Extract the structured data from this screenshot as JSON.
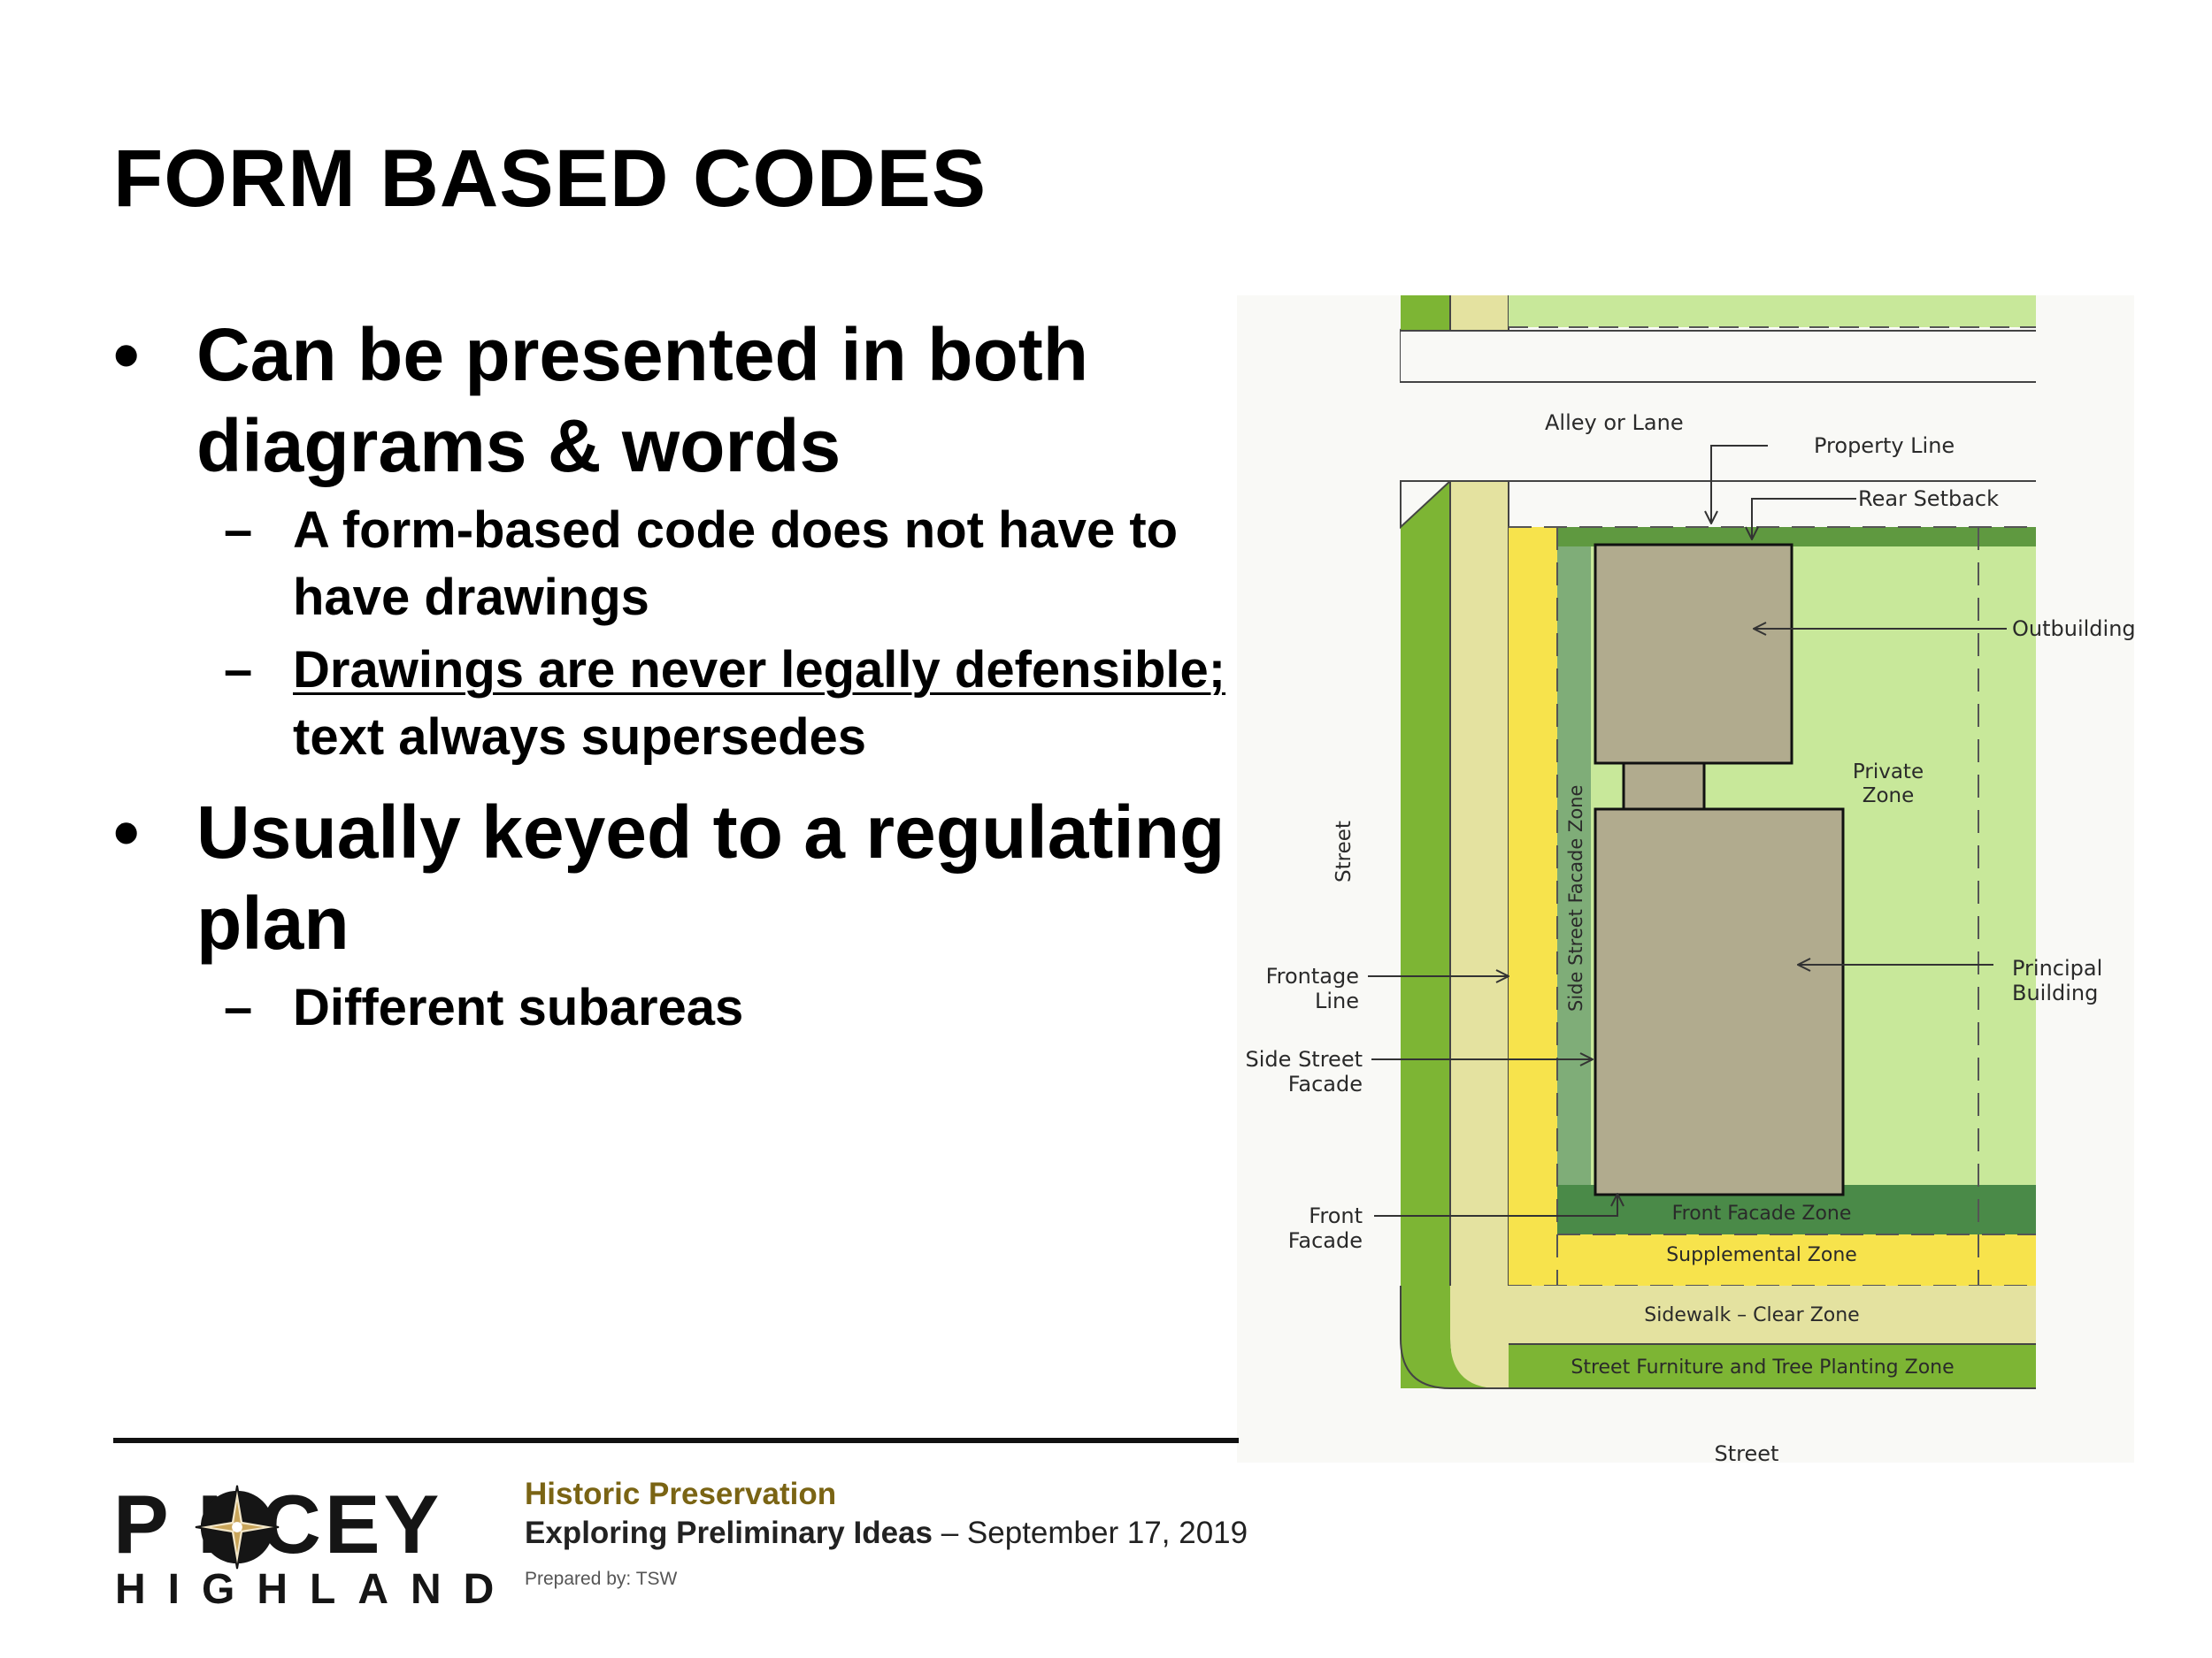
{
  "slide": {
    "title": "FORM BASED CODES",
    "bullets": [
      {
        "text_line1": "Can be presented in both",
        "text_line2": "diagrams & words",
        "subs": [
          {
            "line1": "A form-based code does not have to",
            "line2": "have drawings"
          },
          {
            "line1": "Drawings are never legally defensible;",
            "line2": "text always supersedes"
          }
        ]
      },
      {
        "text_line1": "Usually keyed to a regulating",
        "text_line2": "plan",
        "subs": [
          {
            "line1": "Different subareas"
          }
        ]
      }
    ],
    "bullet_glyph": "•",
    "dash_glyph": "–"
  },
  "diagram": {
    "labels": {
      "alley": "Alley or Lane",
      "property_line": "Property Line",
      "rear_setback": "Rear Setback",
      "outbuilding": "Outbuilding",
      "private_zone_1": "Private",
      "private_zone_2": "Zone",
      "side_street_facade_zone": "Side Street Facade Zone",
      "street_side": "Street",
      "frontage_line_1": "Frontage",
      "frontage_line_2": "Line",
      "side_street_facade_1": "Side Street",
      "side_street_facade_2": "Facade",
      "principal_building_1": "Principal",
      "principal_building_2": "Building",
      "front_facade_1": "Front",
      "front_facade_2": "Facade",
      "front_facade_zone": "Front Facade Zone",
      "supplemental_zone": "Supplemental Zone",
      "sidewalk": "Sidewalk – Clear Zone",
      "furniture_zone": "Street Furniture and Tree Planting Zone",
      "street_bottom": "Street"
    },
    "colors": {
      "light_green": "#c8e89a",
      "grass_green": "#7db534",
      "sidewalk_tan": "#e4e2a0",
      "yellow": "#f7e34c",
      "facade_green": "#4a8a48",
      "side_zone_green": "#7fad78",
      "building_tan": "#b1ab8e",
      "background": "#f9f9f6"
    }
  },
  "footer": {
    "logo_top": "P NCEY",
    "logo_bottom": "HIGHLAND",
    "line1": "Historic Preservation",
    "line2_bold": "Exploring Preliminary Ideas",
    "line2_rest": " – September 17, 2019",
    "prepared": "Prepared by: TSW"
  }
}
